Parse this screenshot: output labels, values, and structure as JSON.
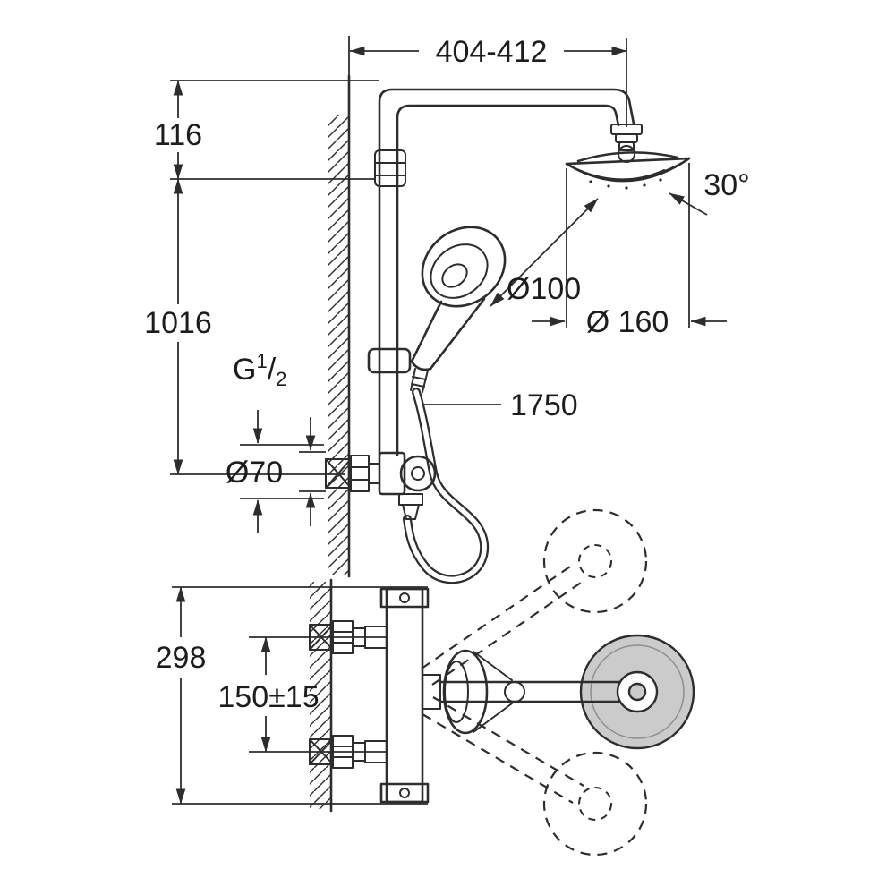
{
  "dims": {
    "top_width": "404-412",
    "wall_offset": "116",
    "riser_height": "1016",
    "thread_g": "G",
    "thread_sup": "1",
    "thread_slash": "/",
    "thread_sub": "2",
    "escutcheon_dia": "Ø70",
    "hand_shower_dia": "Ø100",
    "head_shower_dia": "Ø 160",
    "tilt_angle": "30°",
    "hose_length": "1750",
    "plan_depth": "298",
    "connection_spacing": "150±15"
  },
  "colors": {
    "line": "#2d2d2d",
    "head_fill": "#cbcbcb",
    "background": "#ffffff"
  }
}
